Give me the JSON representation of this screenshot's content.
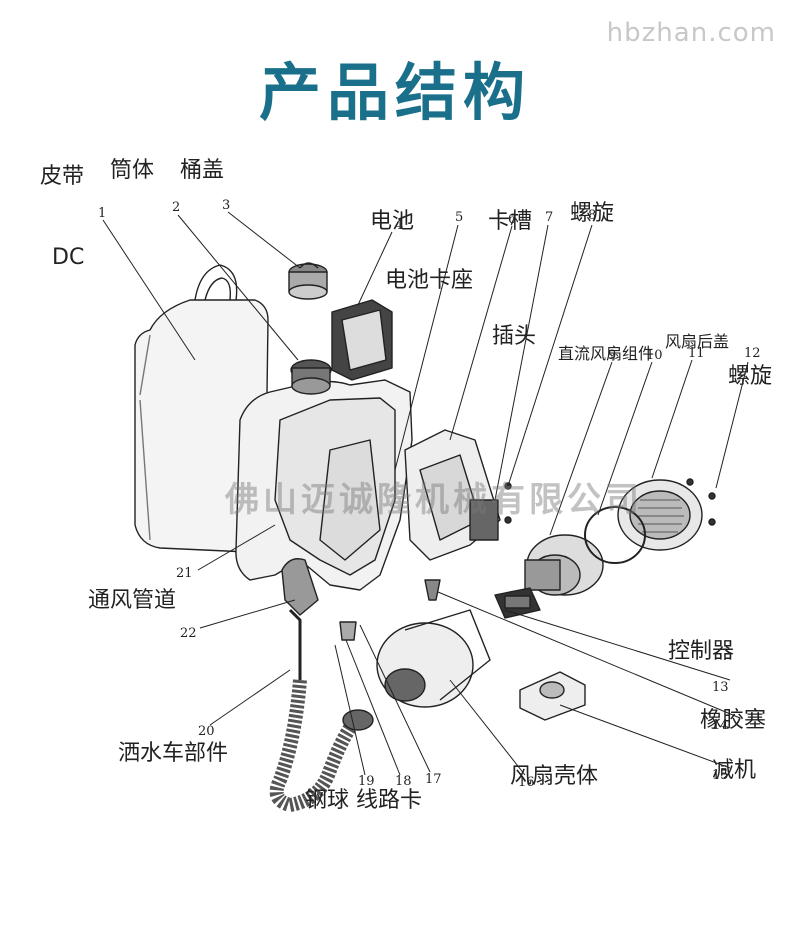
{
  "watermark": "hbzhan.com",
  "title": "产品结构",
  "company_watermark": "佛山迈诚隆机械有限公司",
  "labels": {
    "belt": "皮带",
    "tank_body": "筒体",
    "bucket_lid": "桶盖",
    "battery": "电池",
    "card_slot": "卡槽",
    "screw_top": "螺旋",
    "dc": "DC",
    "battery_seat": "电池卡座",
    "plug": "插头",
    "dc_fan_assembly": "直流风扇组件",
    "fan_back_cover": "风扇后盖",
    "screw_right": "螺旋",
    "vent_duct": "通风管道",
    "controller": "控制器",
    "rubber_plug": "橡胶塞",
    "sprinkler_parts": "洒水车部件",
    "reducer": "减机",
    "fan_housing": "风扇壳体",
    "ball_line_clip": "钢球 线路卡"
  },
  "part_numbers": [
    "1",
    "2",
    "3",
    "4",
    "5",
    "6",
    "7",
    "8",
    "9",
    "10",
    "11",
    "12",
    "13",
    "14",
    "15",
    "16",
    "17",
    "18",
    "19",
    "20",
    "21",
    "22"
  ]
}
